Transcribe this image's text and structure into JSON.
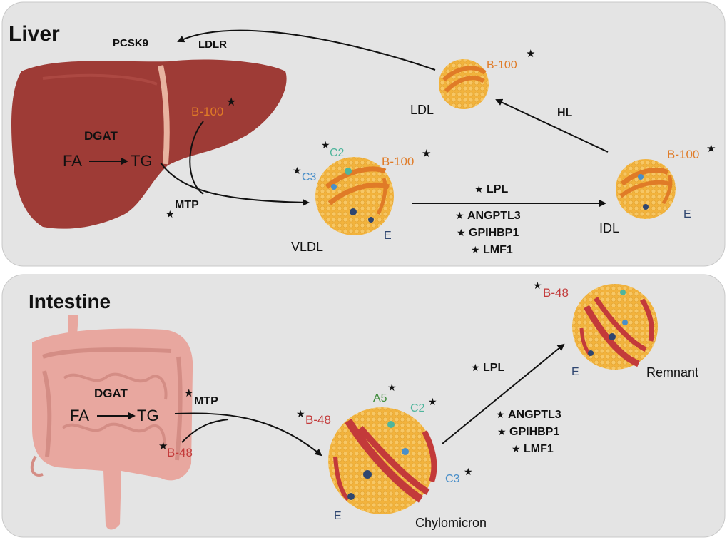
{
  "panels": {
    "liver": {
      "title": "Liver",
      "pcsk9": "PCSK9",
      "ldlr": "LDLR",
      "dgat": "DGAT",
      "fa": "FA",
      "tg": "TG",
      "mtp": "MTP",
      "apob_in_organ": "B-100",
      "hl": "HL",
      "particles": {
        "ldl": {
          "label": "LDL",
          "apo": [
            "B-100"
          ]
        },
        "vldl": {
          "label": "VLDL",
          "apo": [
            "C2",
            "C3",
            "B-100",
            "E"
          ]
        },
        "idl": {
          "label": "IDL",
          "apo": [
            "B-100",
            "E"
          ]
        }
      },
      "lipolysis": {
        "lpl": "LPL",
        "regulators": [
          "ANGPTL3",
          "GPIHBP1",
          "LMF1"
        ]
      }
    },
    "intestine": {
      "title": "Intestine",
      "dgat": "DGAT",
      "fa": "FA",
      "tg": "TG",
      "mtp": "MTP",
      "apob_in_organ": "B-48",
      "particles": {
        "chylomicron": {
          "label": "Chylomicron",
          "apo": [
            "A5",
            "C2",
            "B-48",
            "C3",
            "E"
          ]
        },
        "remnant": {
          "label": "Remnant",
          "apo": [
            "B-48",
            "E"
          ]
        }
      },
      "lipolysis": {
        "lpl": "LPL",
        "regulators": [
          "ANGPTL3",
          "GPIHBP1",
          "LMF1"
        ]
      }
    }
  },
  "star_symbol": "★",
  "colors": {
    "panel_bg": "#e4e4e4",
    "liver": "#9e3b36",
    "liver_dark": "#7d2925",
    "intestine": "#e8a79f",
    "particle": "#f2b33d",
    "apob100": "#e07b27",
    "apob48": "#c33a3a",
    "c2": "#4fb59c",
    "c3": "#4a8fc9",
    "e": "#2f4670",
    "a5": "#3e8b3a"
  }
}
